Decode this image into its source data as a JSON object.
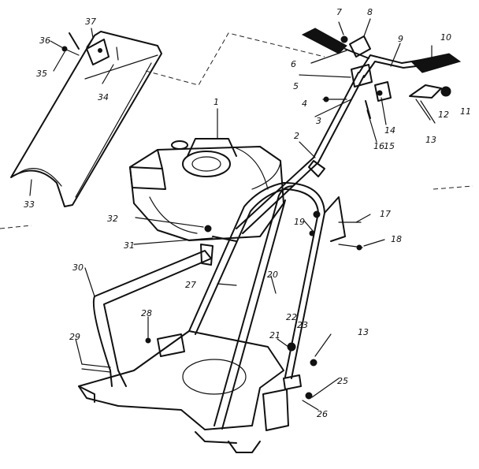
{
  "diagram": {
    "part_labels": [
      "1",
      "2",
      "3",
      "4",
      "5",
      "6",
      "7",
      "8",
      "9",
      "10",
      "11",
      "12",
      "13",
      "14",
      "15",
      "16",
      "17",
      "18",
      "19",
      "20",
      "21",
      "22",
      "23",
      "25",
      "26",
      "27",
      "28",
      "29",
      "30",
      "31",
      "32",
      "33",
      "34",
      "35",
      "36",
      "37"
    ],
    "second_13": "13",
    "ink_color": "#111111",
    "paper_color": "#ffffff"
  }
}
